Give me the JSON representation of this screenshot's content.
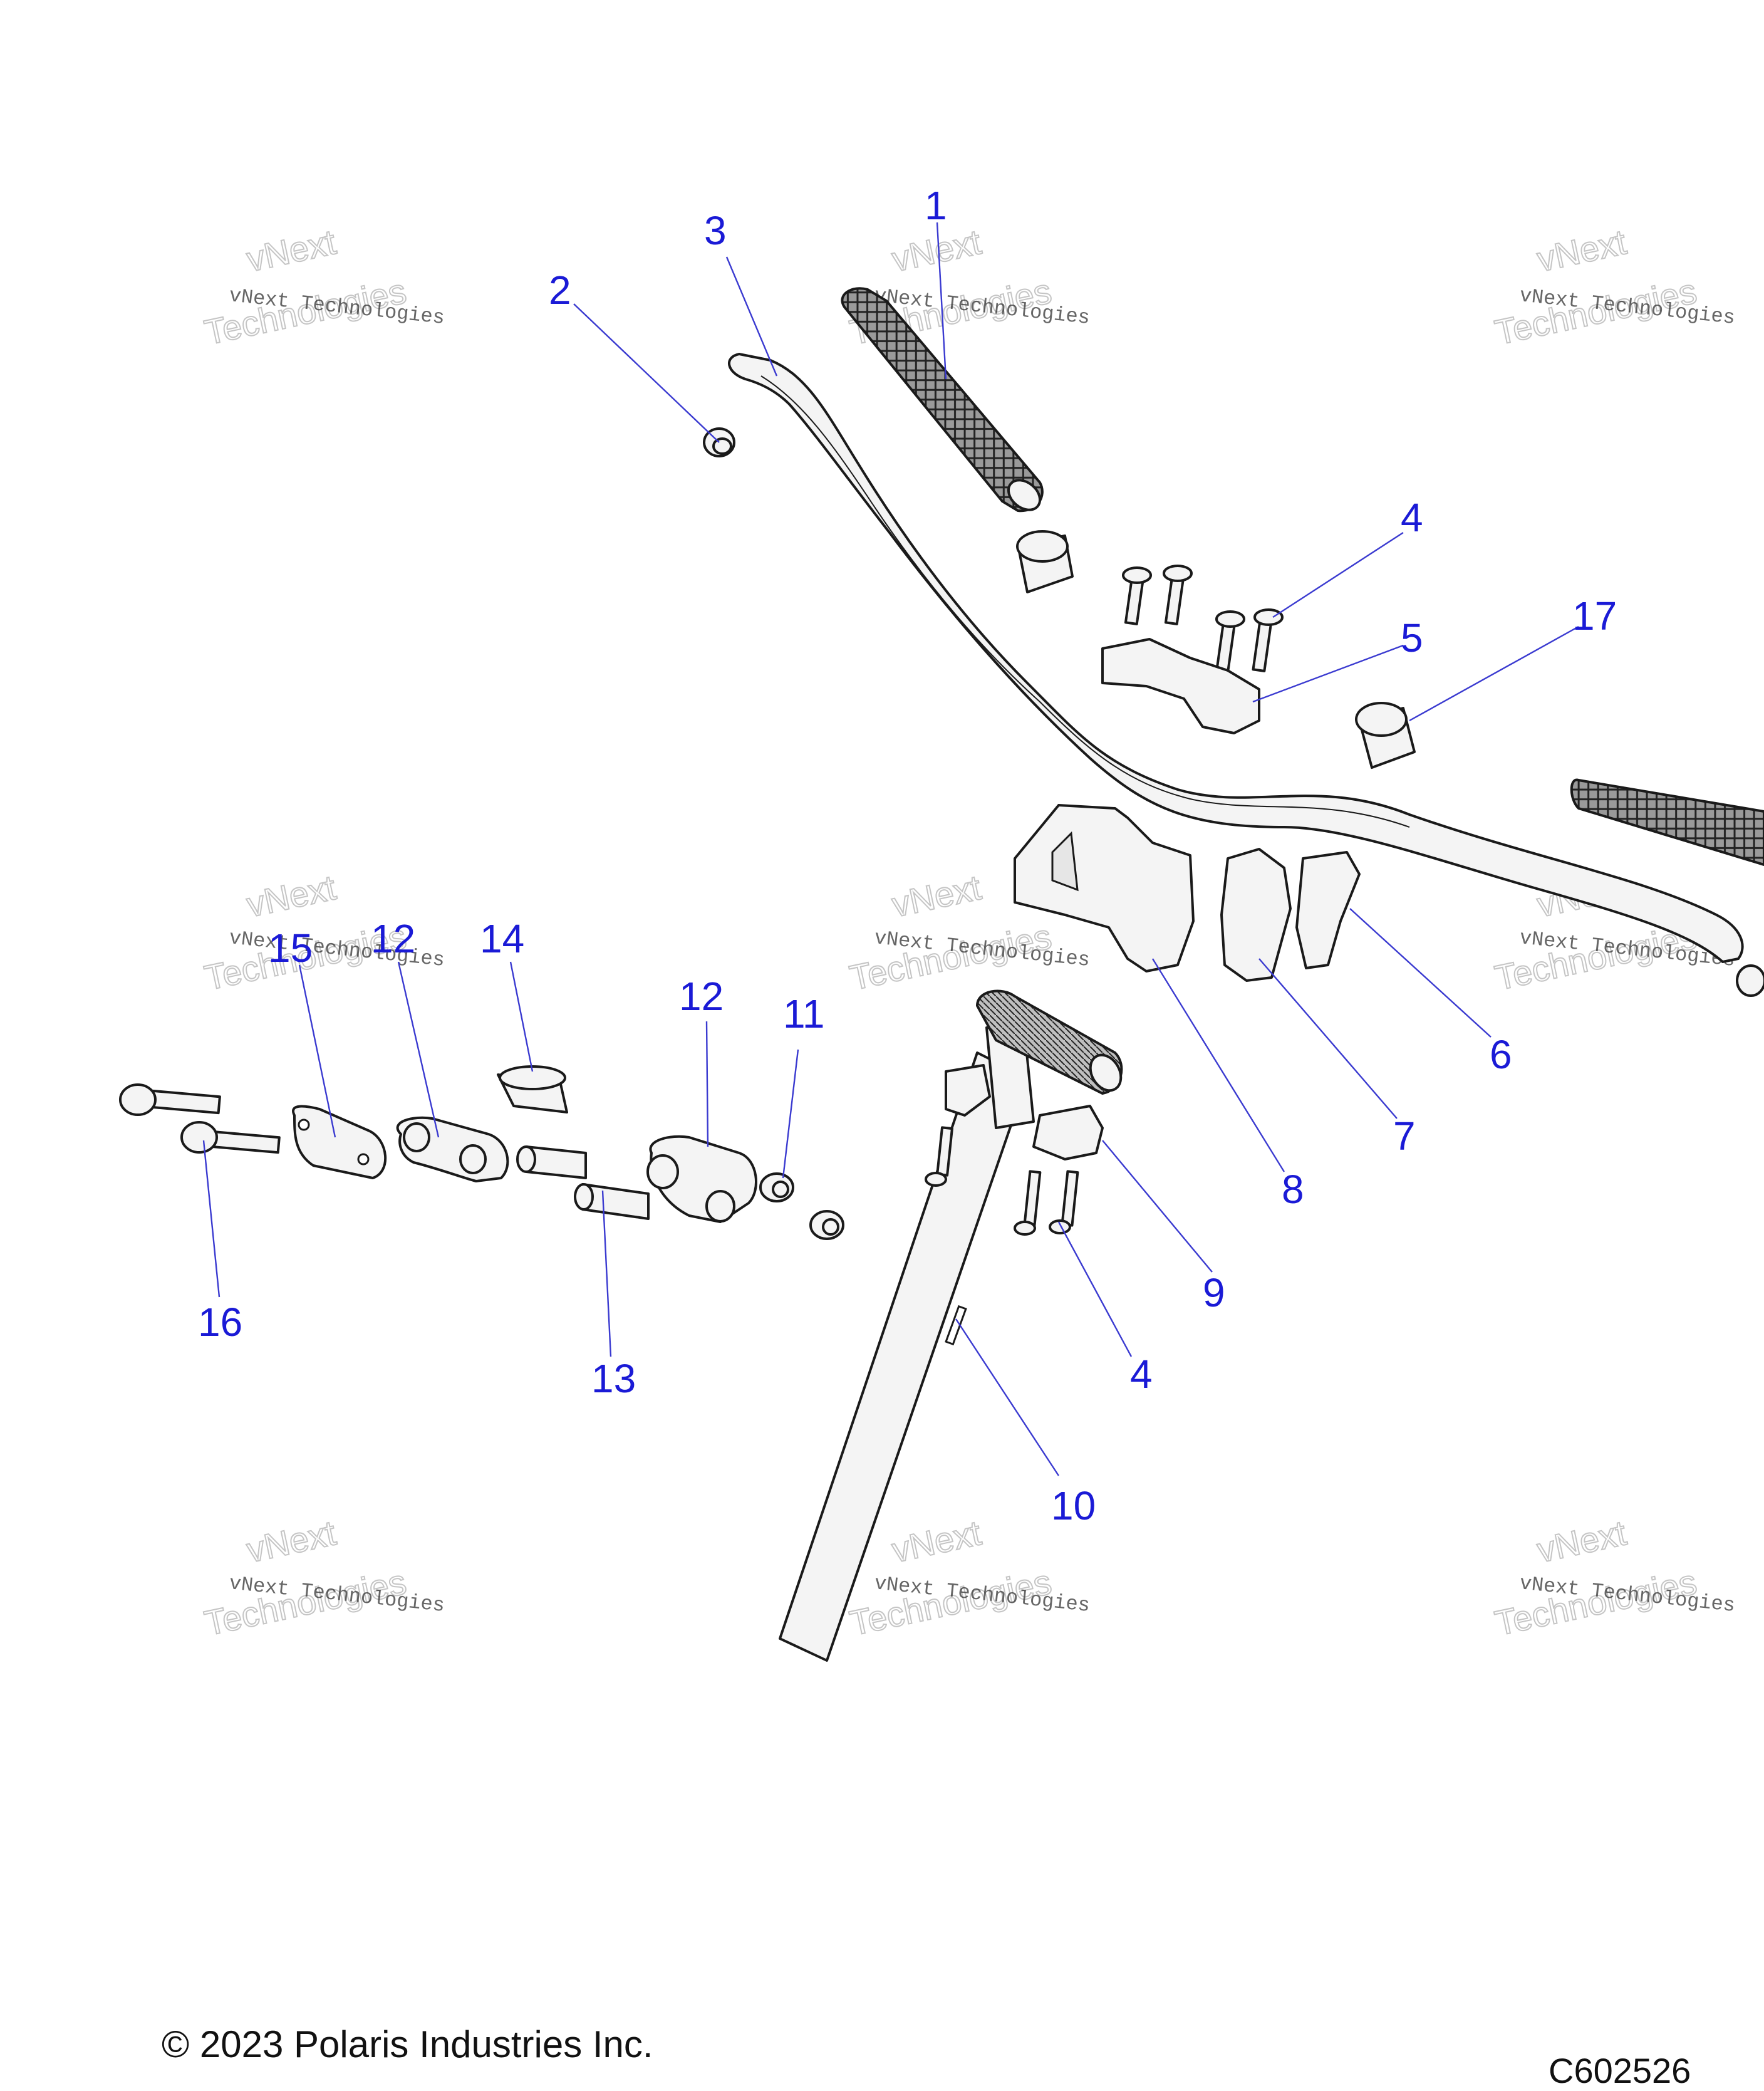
{
  "callouts": [
    "1",
    "2",
    "3",
    "4",
    "5",
    "17",
    "6",
    "7",
    "8",
    "9",
    "4",
    "10",
    "11",
    "12",
    "12",
    "13",
    "14",
    "15",
    "16"
  ],
  "watermark": {
    "line1": "vNext Technologies",
    "line2": "vNext",
    "line3": "Technologies"
  },
  "footer": {
    "copyright": "© 2023 Polaris Industries Inc.",
    "code": "C602526"
  }
}
